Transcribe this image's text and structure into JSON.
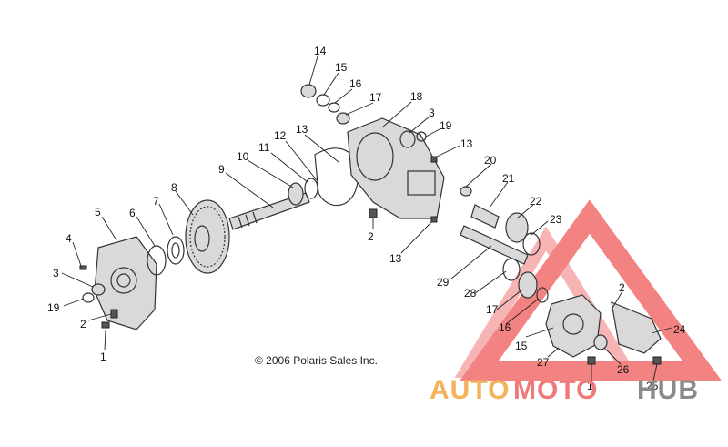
{
  "copyright": "© 2006 Polaris Sales Inc.",
  "callouts": [
    "14",
    "15",
    "16",
    "17",
    "18",
    "3",
    "19",
    "13",
    "12",
    "11",
    "10",
    "9",
    "8",
    "7",
    "6",
    "5",
    "4",
    "3",
    "19",
    "2",
    "1",
    "2",
    "13",
    "13",
    "20",
    "21",
    "22",
    "23",
    "29",
    "28",
    "17",
    "16",
    "15",
    "2",
    "24",
    "27",
    "26",
    "1",
    "25"
  ],
  "watermark": {
    "part1": "AUTO",
    "part2": "MOTO",
    "part3": "HUB"
  },
  "colors": {
    "watermark_triangle": "#ef5a5a",
    "watermark_orange": "#f3b35b",
    "watermark_gray": "#8a8a8a"
  }
}
